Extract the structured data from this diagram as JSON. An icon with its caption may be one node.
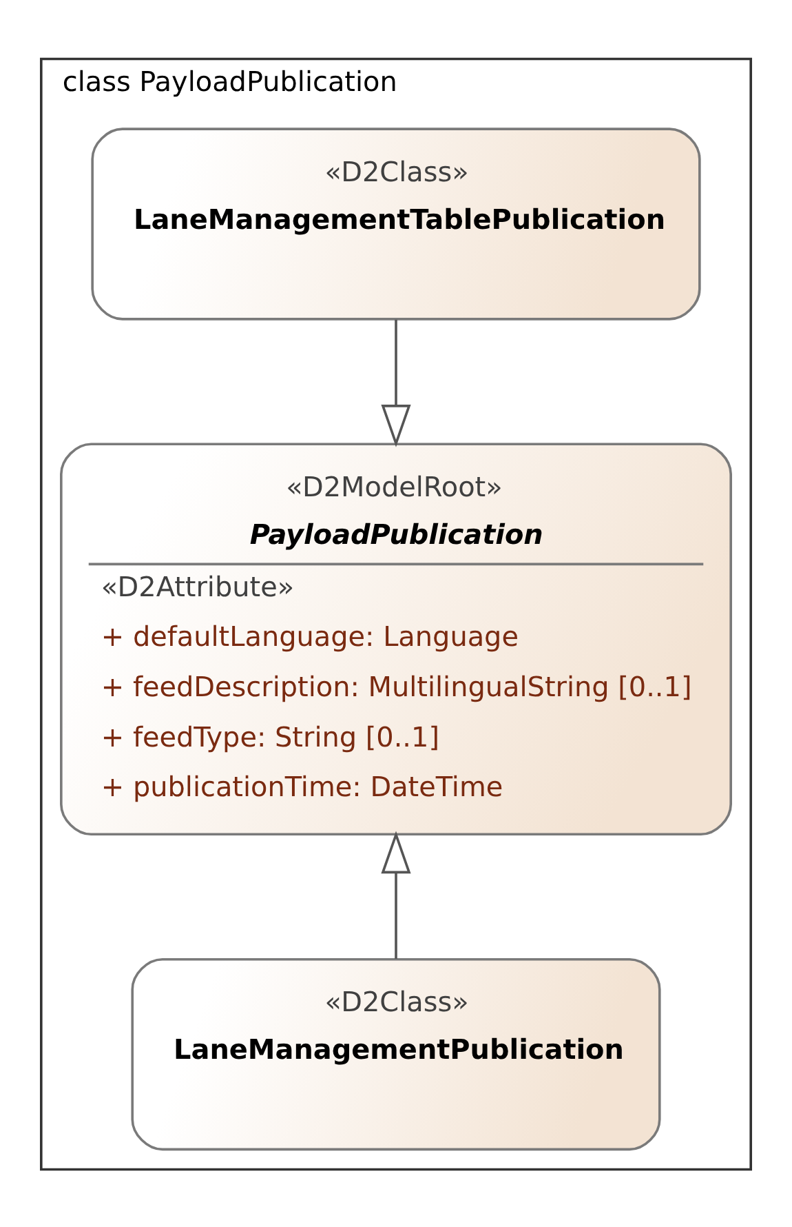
{
  "diagram": {
    "nodes": [
      {
        "text": [
          "class PayloadPublication"
        ]
      },
      {
        "text": [
          "«D2Class»",
          "LaneManagementTablePublication"
        ],
        "in": 0
      },
      {
        "text": [
          "«D2ModelRoot»",
          "PayloadPublication",
          "«D2Attribute»",
          "+ defaultLanguage: Language",
          "+ feedDescription: MultilingualString [0..1]",
          "+ feedType: String [0..1]",
          "+ publicationTime: DateTime"
        ],
        "in": 0
      },
      {
        "text": [
          "«D2Class»",
          "LaneManagementPublication"
        ],
        "in": 0
      }
    ],
    "edges": [
      {
        "from": 1,
        "to": 2,
        "arrow": "to"
      },
      {
        "from": 3,
        "to": 2,
        "arrow": "to"
      }
    ]
  }
}
